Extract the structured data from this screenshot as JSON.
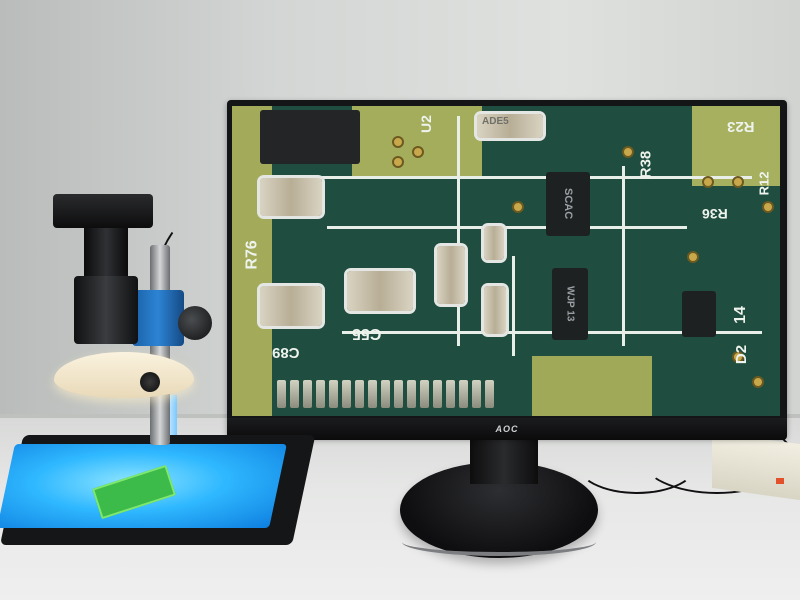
{
  "scene": {
    "monitor_brand": "AOC",
    "screen_labels": [
      "R76",
      "C55",
      "C89",
      "R38",
      "R36",
      "R23",
      "D2",
      "SCAC",
      "WJP 13",
      "ADE5",
      "14",
      "U2",
      "R12"
    ],
    "colors": {
      "pcb_green": "#1f4d3f",
      "pcb_lime": "#a8b35a",
      "light_pad": "#2fb8ff",
      "arm_blue": "#2c84d4",
      "bezel": "#141516"
    }
  }
}
